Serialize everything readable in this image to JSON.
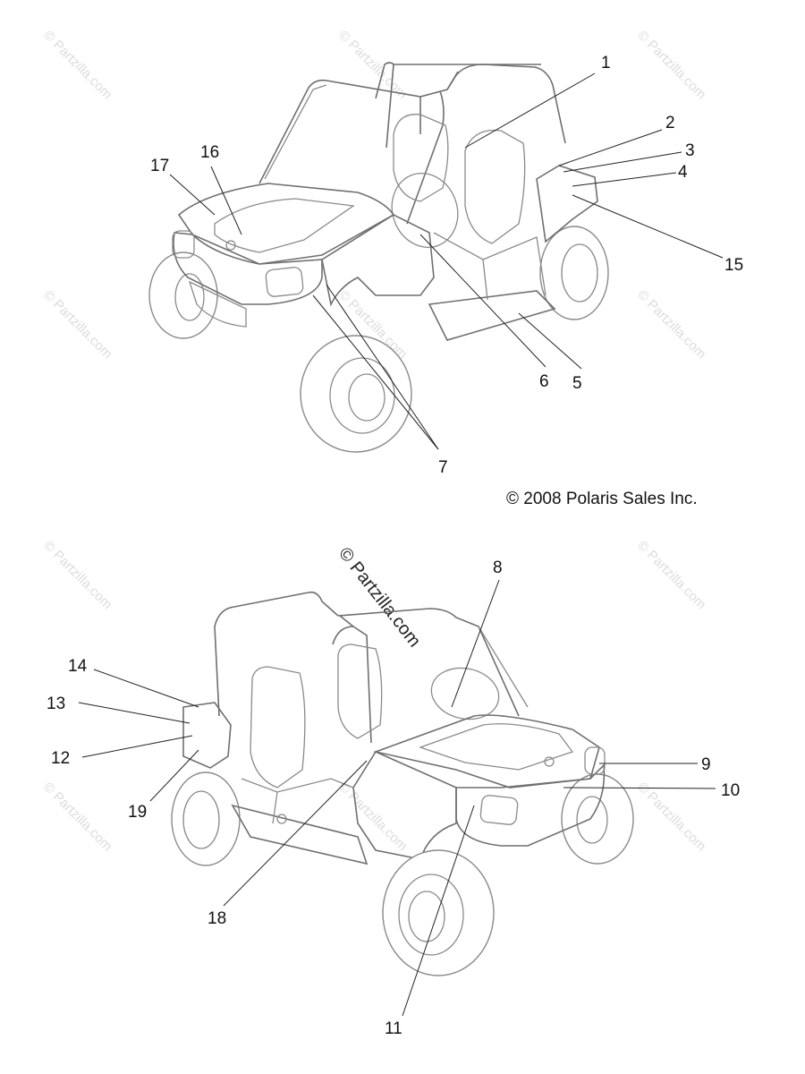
{
  "copyright": "© 2008 Polaris Sales Inc.",
  "watermark_text": "© Partzilla.com",
  "center_watermark": "© Partzilla.com",
  "top_view": {
    "callouts": [
      "1",
      "2",
      "3",
      "4",
      "15",
      "16",
      "17",
      "6",
      "5",
      "7"
    ]
  },
  "bottom_view": {
    "callouts": [
      "8",
      "14",
      "13",
      "12",
      "19",
      "9",
      "10",
      "18",
      "11"
    ]
  }
}
